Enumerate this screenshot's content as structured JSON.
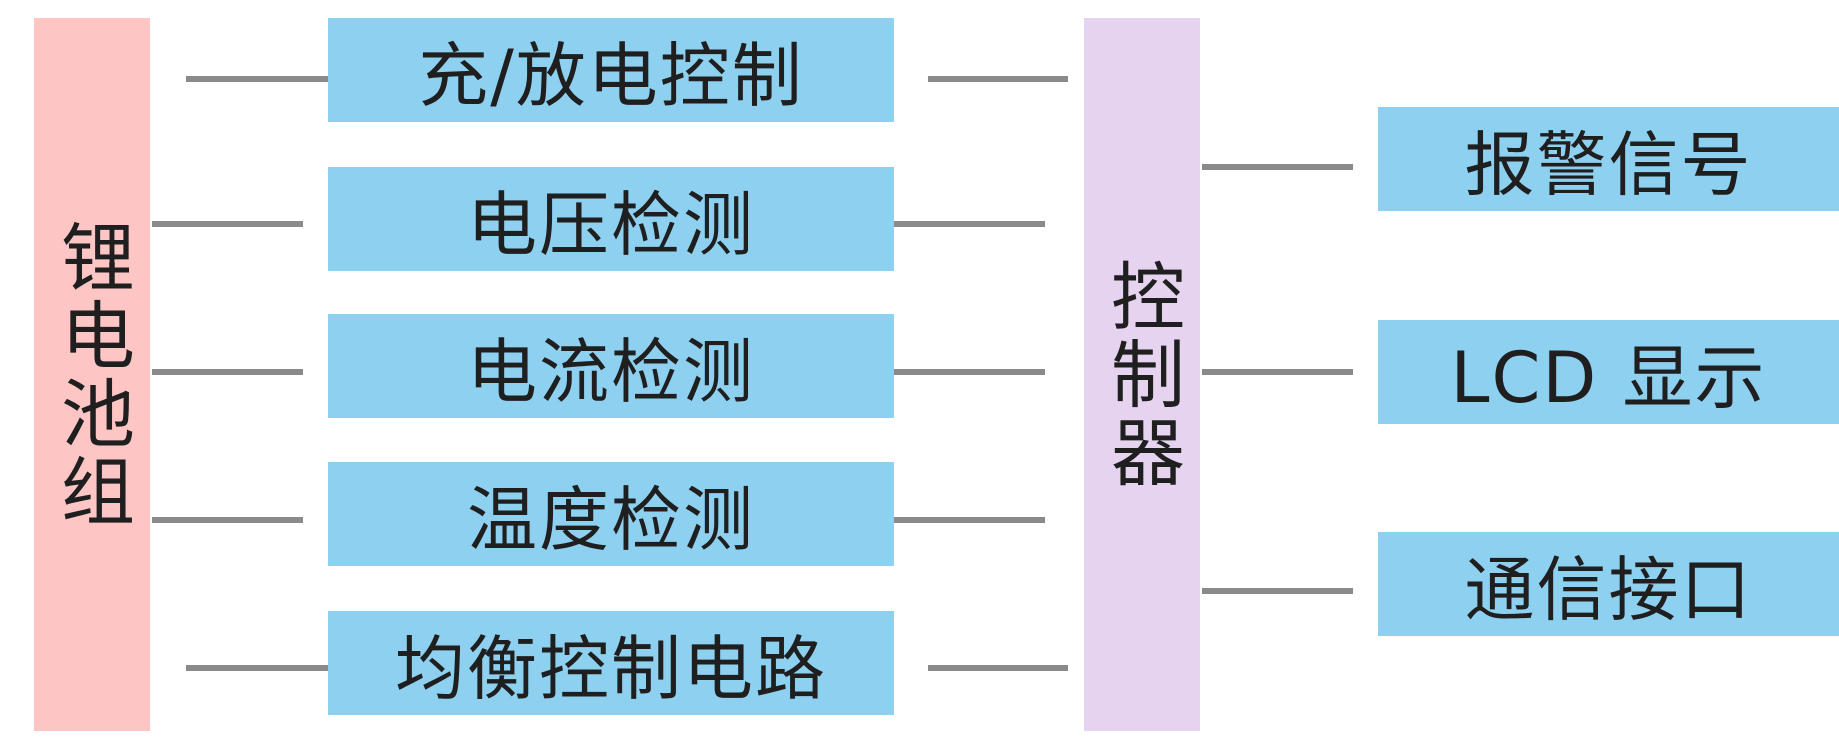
{
  "battery": {
    "label": "锂电池组",
    "color": "#fec5c5"
  },
  "controller": {
    "label": "控制器",
    "color": "#e6d3f0"
  },
  "middle_blocks": [
    {
      "label": "充/放电控制"
    },
    {
      "label": "电压检测"
    },
    {
      "label": "电流检测"
    },
    {
      "label": "温度检测"
    },
    {
      "label": "均衡控制电路"
    }
  ],
  "output_blocks": [
    {
      "label": "报警信号"
    },
    {
      "label": "LCD 显示"
    },
    {
      "label": "通信接口"
    }
  ],
  "colors": {
    "block": "#8ed0ef",
    "arrow": "#8a8a8a"
  }
}
